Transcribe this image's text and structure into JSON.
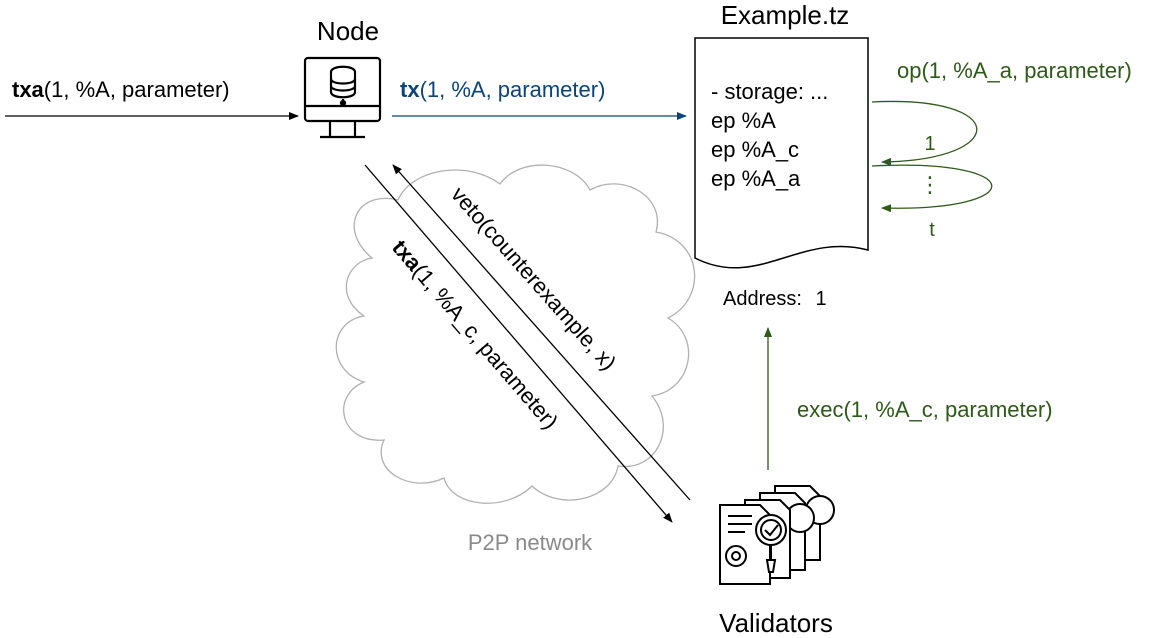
{
  "node": {
    "label": "Node"
  },
  "contract": {
    "title": "Example.tz",
    "lines": [
      "- storage: ...",
      "ep %A",
      "ep %A_c",
      "ep %A_a"
    ],
    "address_label": "Address:",
    "address_value": "1"
  },
  "validators": {
    "label": "Validators"
  },
  "network": {
    "label": "P2P network"
  },
  "arrows": {
    "incoming": {
      "bold": "txa",
      "rest": "(1, %A, parameter)"
    },
    "node_to_contract": {
      "bold": "tx",
      "rest": "(1, %A, parameter)"
    },
    "veto": "veto(counterexample, x)",
    "node_to_validators": {
      "bold": "txa",
      "rest": "(1, %A_c, parameter)"
    },
    "exec": "exec(1, %A_c, parameter)",
    "op": "op(1, %A_a, parameter)",
    "loop_first": "1",
    "loop_dots": "⋮",
    "loop_last": "t"
  },
  "colors": {
    "black": "#000000",
    "blue": "#0b4478",
    "green": "#2e5a18",
    "grey": "#8a8a8a",
    "cloud_stroke": "#b0b0b0"
  },
  "icons": {
    "node": "server-monitor-icon",
    "validators": "validator-documents-icon"
  }
}
